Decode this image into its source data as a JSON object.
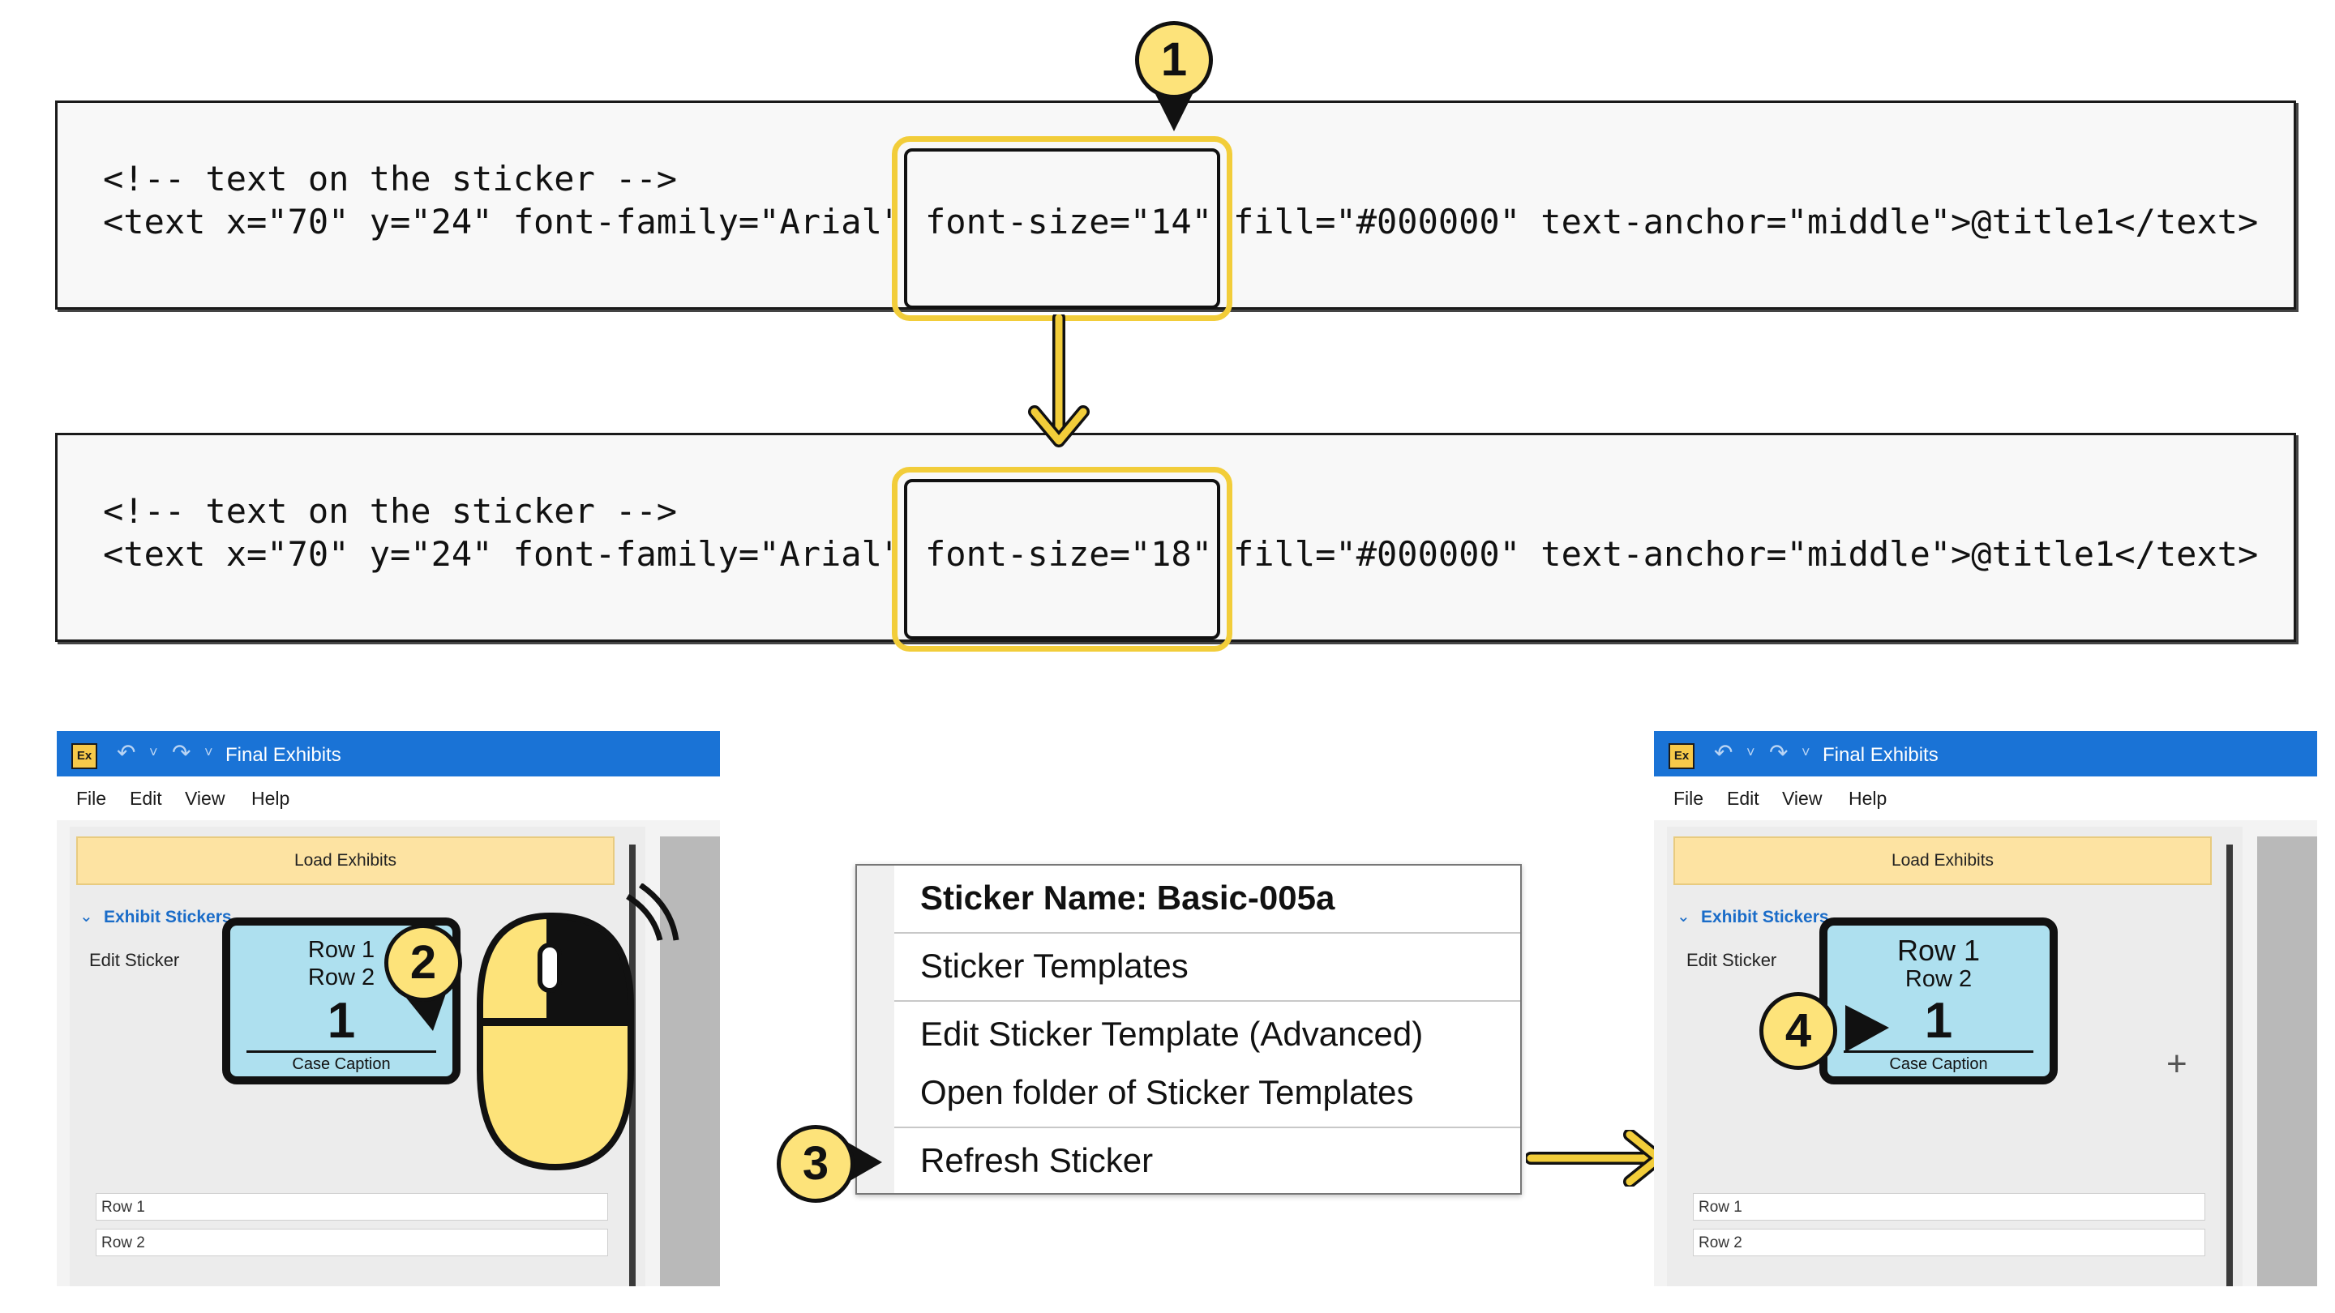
{
  "code": {
    "before": {
      "comment": "<!-- text on the sticker -->",
      "line_prefix": "<text x=\"70\" y=\"24\" font-family=\"Arial\"",
      "highlight": "font-size=\"14\"",
      "line_suffix": "fill=\"#000000\" text-anchor=\"middle\">@title1</text>"
    },
    "after": {
      "comment": "<!-- text on the sticker -->",
      "line_prefix": "<text x=\"70\" y=\"24\" font-family=\"Arial\"",
      "highlight": "font-size=\"18\"",
      "line_suffix": "fill=\"#000000\" text-anchor=\"middle\">@title1</text>"
    }
  },
  "badges": [
    "1",
    "2",
    "3",
    "4"
  ],
  "app": {
    "icon_text": "Ex",
    "title": "Final Exhibits",
    "menu": [
      "File",
      "Edit",
      "View",
      "Help"
    ],
    "load_button": "Load Exhibits",
    "section": "Exhibit Stickers",
    "edit_label": "Edit Sticker",
    "sticker": {
      "row1": "Row 1",
      "row2": "Row 2",
      "number": "1",
      "caption": "Case Caption"
    },
    "fields": [
      "Row 1",
      "Row 2"
    ],
    "add_glyph": "+"
  },
  "context_menu": {
    "header": "Sticker Name: Basic-005a",
    "items": [
      "Sticker Templates",
      "Edit Sticker Template (Advanced)",
      "Open folder of Sticker Templates",
      "Refresh Sticker"
    ]
  },
  "colors": {
    "highlight_yellow": "#f2cd3a",
    "badge_yellow": "#fde37a",
    "titlebar_blue": "#1a73d6",
    "sticker_fill": "#aee0ef",
    "load_button": "#fde3a2"
  }
}
